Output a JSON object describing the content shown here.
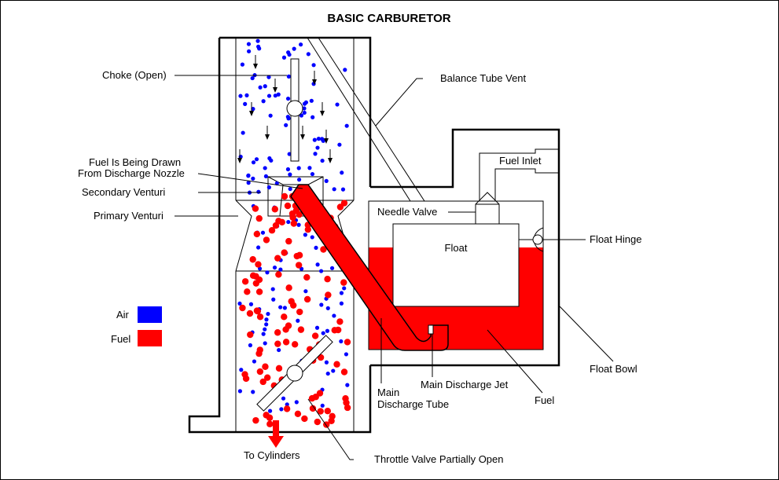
{
  "title": "BASIC CARBURETOR",
  "colors": {
    "air": "#0000ff",
    "fuel": "#ff0000",
    "outline": "#000000",
    "background": "#ffffff"
  },
  "legend": [
    {
      "label": "Air",
      "color": "#0000ff"
    },
    {
      "label": "Fuel",
      "color": "#ff0000"
    }
  ],
  "labels": {
    "choke": "Choke (Open)",
    "fuel_drawn_line1": "Fuel Is Being Drawn",
    "fuel_drawn_line2": "From Discharge Nozzle",
    "secondary_venturi": "Secondary Venturi",
    "primary_venturi": "Primary Venturi",
    "balance_tube_vent": "Balance Tube Vent",
    "fuel_inlet": "Fuel Inlet",
    "needle_valve": "Needle Valve",
    "float": "Float",
    "float_hinge": "Float Hinge",
    "float_bowl": "Float Bowl",
    "fuel": "Fuel",
    "main_discharge_jet": "Main Discharge Jet",
    "main_discharge_tube_line1": "Main",
    "main_discharge_tube_line2": "Discharge Tube",
    "to_cylinders": "To Cylinders",
    "throttle_valve": "Throttle Valve Partially Open"
  },
  "state": {
    "choke": "open",
    "throttle": "partially open"
  }
}
